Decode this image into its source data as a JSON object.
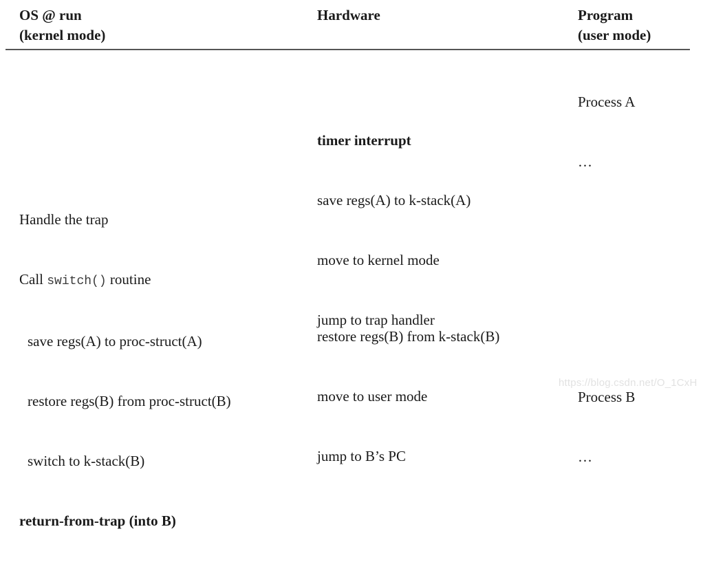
{
  "figure": {
    "background_color": "#ffffff",
    "text_color": "#1a1a1a",
    "rule_color": "#555555"
  },
  "columns": {
    "os": {
      "heading_line1": "OS @ run",
      "heading_line2": "(kernel mode)"
    },
    "hardware": {
      "heading_line1": "Hardware",
      "heading_line2": ""
    },
    "program": {
      "heading_line1": "Program",
      "heading_line2": "(user mode)"
    }
  },
  "blocks": {
    "process_a": {
      "line1": "Process A",
      "line2": "…"
    },
    "hardware_top": {
      "line1": "timer interrupt",
      "line2": "save regs(A) to k-stack(A)",
      "line3": "move to kernel mode",
      "line4": "jump to trap handler"
    },
    "os_main": {
      "line1": "Handle the trap",
      "line2_prefix": "Call ",
      "line2_code": "switch()",
      "line2_suffix": " routine",
      "line3": "save regs(A) to proc-struct(A)",
      "line4": "restore regs(B) from proc-struct(B)",
      "line5": "switch to k-stack(B)",
      "line6": "return-from-trap (into B)"
    },
    "hardware_bottom": {
      "line1": "restore regs(B) from k-stack(B)",
      "line2": "move to user mode",
      "line3": "jump to B’s PC"
    },
    "process_b": {
      "line1": "Process B",
      "line2": "…"
    }
  },
  "watermark": {
    "text": "https://blog.csdn.net/O_1CxH"
  }
}
